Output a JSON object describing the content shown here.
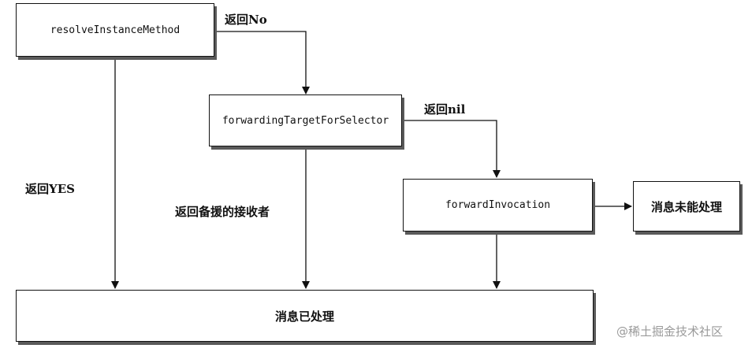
{
  "nodes": {
    "resolve": "resolveInstanceMethod",
    "forwarding_target": "forwardingTargetForSelector",
    "forward_invocation": "forwardInvocation",
    "not_handled": "消息未能处理",
    "handled": "消息已处理"
  },
  "edges": {
    "return_no": "返回No",
    "return_nil": "返回nil",
    "return_yes": "返回YES",
    "return_backup": "返回备援的接收者"
  },
  "watermark": "@稀土掘金技术社区"
}
